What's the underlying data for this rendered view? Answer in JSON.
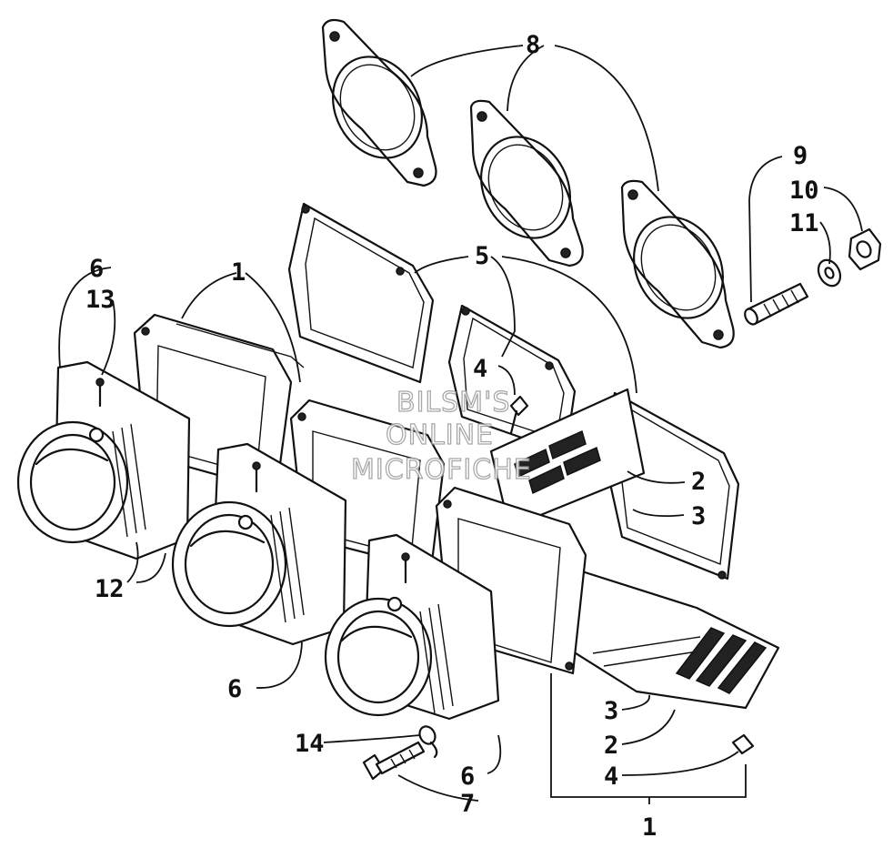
{
  "watermark": {
    "lines": [
      "BILSM'S",
      "ONLINE",
      "MICROFICHE"
    ]
  },
  "callouts": {
    "gasket_top": "8",
    "stud": "9",
    "nut": "10",
    "washer": "11",
    "reed_gasket": "5",
    "screw_upper": "4",
    "reed_upper": "2",
    "stopper_upper": "3",
    "boot_label_6_top": "6",
    "clamp_13": "13",
    "manifold_1_top": "1",
    "clamp_12": "12",
    "boot_label_6_mid": "6",
    "washer_14": "14",
    "boot_label_6_low": "6",
    "bolt_7": "7",
    "stopper_lower": "3",
    "reed_lower": "2",
    "screw_lower": "4",
    "assembly_1_bottom": "1"
  }
}
